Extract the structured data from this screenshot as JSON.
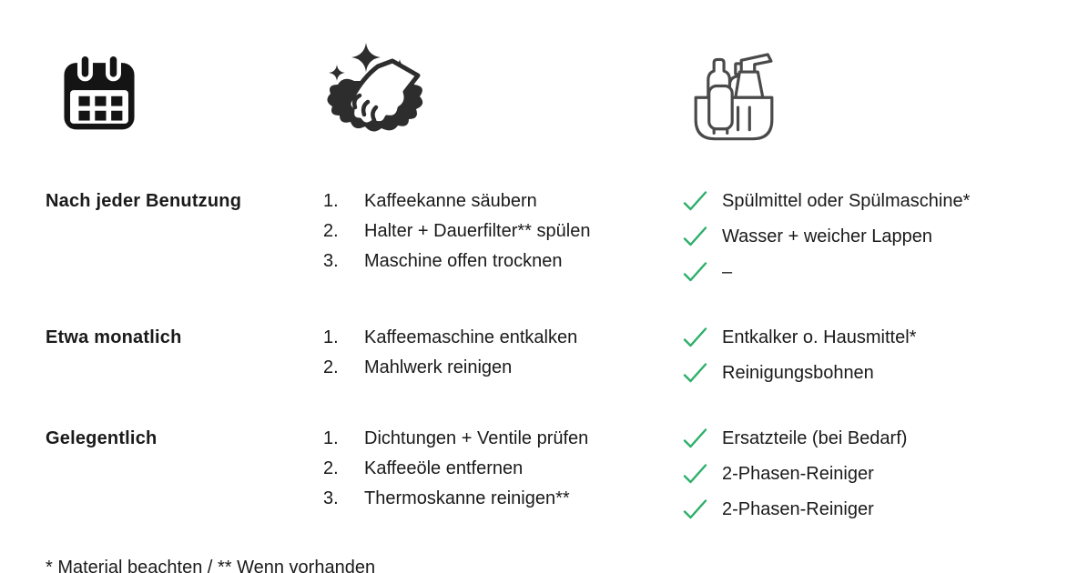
{
  "page": {
    "background": "#ffffff",
    "text_color": "#1a1a1a",
    "check_color": "#2EAF6B",
    "icon_dark": "#2d2d2d",
    "icon_outline": "#4a4a4a",
    "footer": "* Material beachten / ** Wenn vorhanden"
  },
  "icons": {
    "schedule": "calendar-icon",
    "tasks": "wiping-hand-icon",
    "supplies": "cleaning-supplies-icon",
    "check": "check-icon"
  },
  "rows": [
    {
      "frequency": "Nach jeder Benutzung",
      "tasks": [
        {
          "num": "1.",
          "text": "Kaffeekanne säubern"
        },
        {
          "num": "2.",
          "text": "Halter + Dauerfilter** spülen"
        },
        {
          "num": "3.",
          "text": "Maschine offen trocknen"
        }
      ],
      "supplies": [
        "Spülmittel oder Spülmaschine*",
        "Wasser + weicher Lappen",
        "–"
      ]
    },
    {
      "frequency": "Etwa monatlich",
      "tasks": [
        {
          "num": "1.",
          "text": "Kaffeemaschine entkalken"
        },
        {
          "num": "2.",
          "text": "Mahlwerk reinigen"
        }
      ],
      "supplies": [
        "Entkalker o. Hausmittel*",
        "Reinigungsbohnen"
      ]
    },
    {
      "frequency": "Gelegentlich",
      "tasks": [
        {
          "num": "1.",
          "text": "Dichtungen + Ventile prüfen"
        },
        {
          "num": "2.",
          "text": "Kaffeeöle entfernen"
        },
        {
          "num": "3.",
          "text": "Thermoskanne reinigen**"
        }
      ],
      "supplies": [
        "Ersatzteile (bei Bedarf)",
        "2-Phasen-Reiniger",
        "2-Phasen-Reiniger"
      ]
    }
  ]
}
